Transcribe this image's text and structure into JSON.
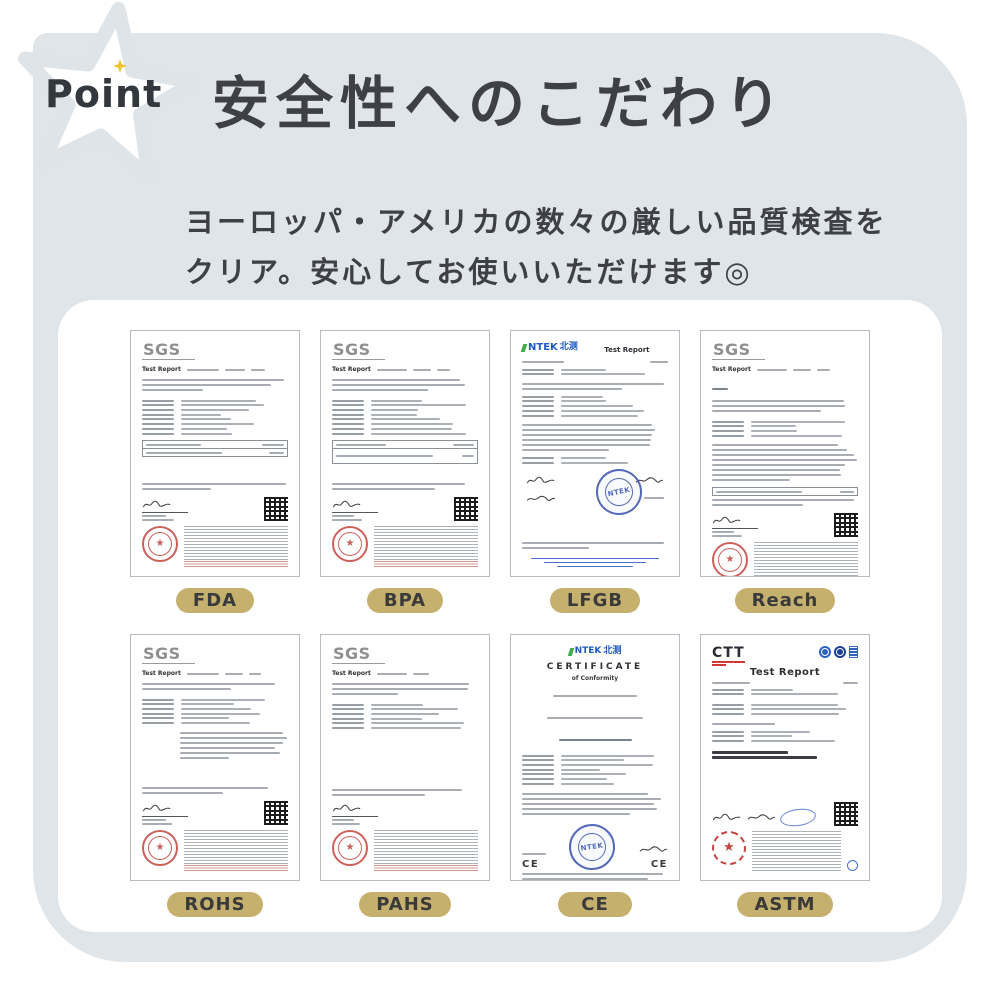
{
  "colors": {
    "card_bg": "#e0e5e9",
    "panel_bg": "#ffffff",
    "pill_gold": "#c5b06d",
    "text_dark": "#3d4044",
    "sparkle_yellow": "#f2c12e",
    "sgs_gray": "#8f8f8f",
    "ntek_blue": "#1f59c5",
    "ntek_green": "#3fae49",
    "ctt_red": "#cf3a34",
    "stamp_red": "#c4453f",
    "stamp_blue": "#3d55b0"
  },
  "badge": {
    "label": "Point"
  },
  "header": {
    "title": "安全性へのこだわり",
    "subtitle_line1": "ヨーロッパ・アメリカの数々の厳しい品質検査を",
    "subtitle_line2": "クリア。安心してお使いいただけます◎"
  },
  "certificates": [
    {
      "label": "FDA",
      "issuer": "SGS",
      "doc_title": "Test Report"
    },
    {
      "label": "BPA",
      "issuer": "SGS",
      "doc_title": "Test Report"
    },
    {
      "label": "LFGB",
      "issuer_en": "NTEK",
      "issuer_cn": "北测",
      "doc_title": "Test Report",
      "stamp_text": "NTEK"
    },
    {
      "label": "Reach",
      "issuer": "SGS",
      "doc_title": "Test Report"
    },
    {
      "label": "ROHS",
      "issuer": "SGS",
      "doc_title": "Test Report"
    },
    {
      "label": "PAHS",
      "issuer": "SGS",
      "doc_title": "Test Report"
    },
    {
      "label": "CE",
      "issuer_en": "NTEK",
      "issuer_cn": "北测",
      "doc_title": "CERTIFICATE",
      "doc_subtitle": "of Conformity",
      "mark": "CE",
      "stamp_text": "NTEK"
    },
    {
      "label": "ASTM",
      "issuer": "CTT",
      "doc_title": "Test Report"
    }
  ]
}
